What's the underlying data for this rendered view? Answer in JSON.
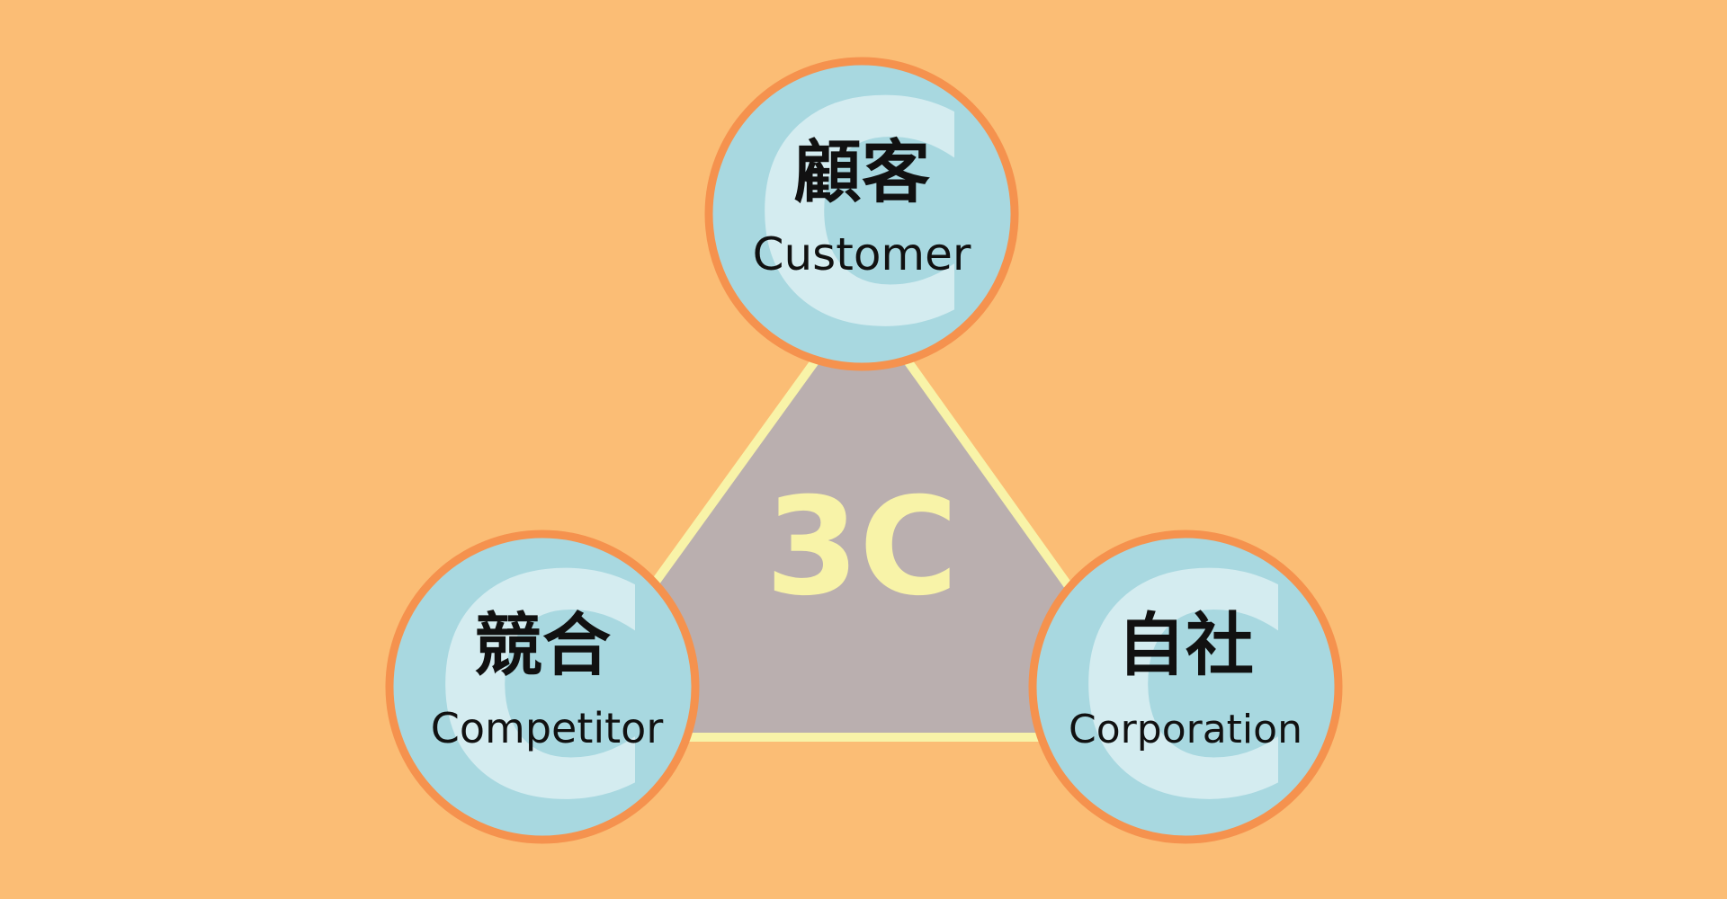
{
  "colors": {
    "background": "#FBBD75",
    "triangle_fill": "#BAAFAF",
    "triangle_stroke": "#F8F3A8",
    "circle_fill": "#A8D8E0",
    "circle_stroke": "#F5924E",
    "watermark_letter": "#D4ECF0",
    "center_text": "#F8F3A8",
    "label_text": "#111111"
  },
  "center_label": "3C",
  "nodes": [
    {
      "id": "customer",
      "kanji": "顧客",
      "english": "Customer",
      "watermark": "C"
    },
    {
      "id": "competitor",
      "kanji": "競合",
      "english": "Competitor",
      "watermark": "C"
    },
    {
      "id": "corporation",
      "kanji": "自社",
      "english": "Corporation",
      "watermark": "C"
    }
  ]
}
